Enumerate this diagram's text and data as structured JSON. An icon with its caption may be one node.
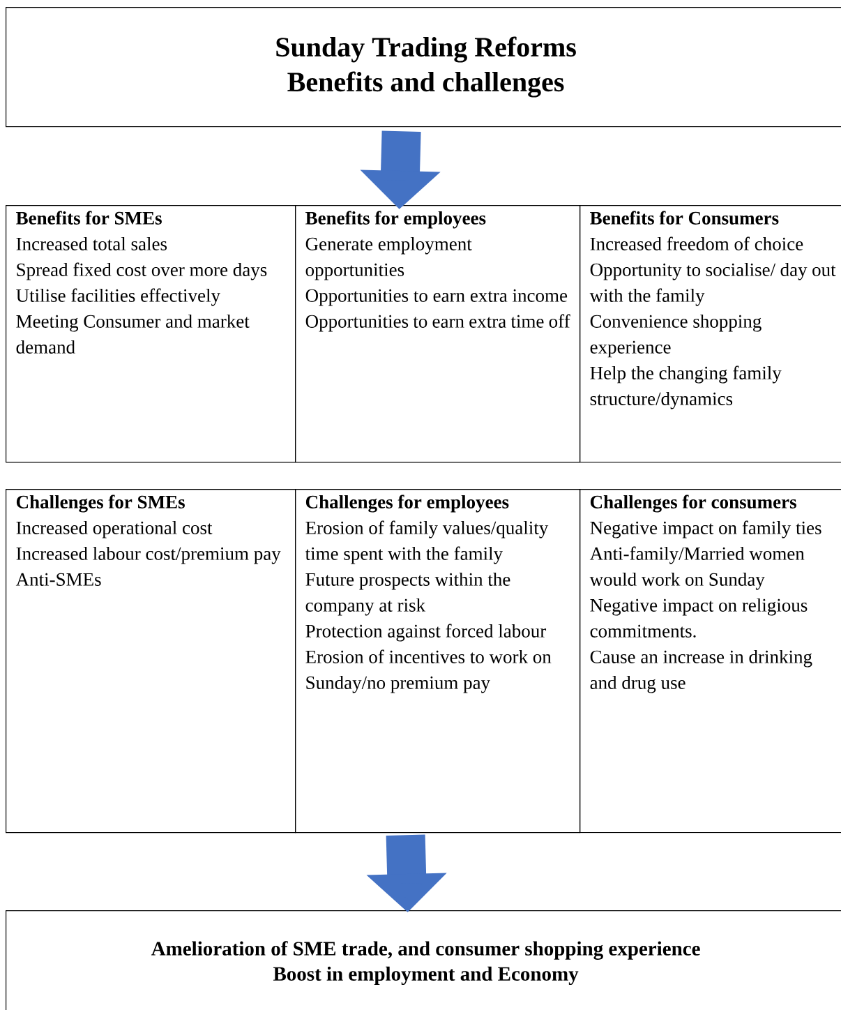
{
  "diagram": {
    "nodes": [
      {
        "text": [
          "Sunday Trading Reforms",
          "Benefits and challenges"
        ]
      },
      {
        "text": [
          "Benefits for SMEs",
          "Increased total sales",
          "Spread fixed cost over more days",
          "Utilise facilities effectively",
          "Meeting Consumer and market demand"
        ]
      },
      {
        "text": [
          "Benefits for employees",
          "Generate employment opportunities",
          "Opportunities to earn extra income",
          "Opportunities to earn extra time off"
        ]
      },
      {
        "text": [
          "Benefits for Consumers",
          "Increased freedom of choice",
          "Opportunity to socialise/ day out with the family",
          "Convenience shopping experience",
          "Help the changing family structure/dynamics"
        ]
      },
      {
        "text": [
          "Challenges for SMEs",
          "Increased operational cost",
          "Increased labour cost/premium pay",
          "Anti-SMEs"
        ]
      },
      {
        "text": [
          "Challenges for employees",
          "Erosion of family values/quality time spent with the family",
          "Future prospects within the company at risk",
          "Protection against forced labour",
          "Erosion of incentives to work on Sunday/no premium pay"
        ]
      },
      {
        "text": [
          "Challenges for consumers",
          "Negative impact on family ties",
          "Anti-family/Married women would work on Sunday",
          "Negative impact on religious commitments.",
          "Cause an increase in drinking and drug use"
        ]
      },
      {
        "text": [
          "Amelioration of SME trade, and consumer shopping experience",
          "Boost in employment and Economy"
        ]
      }
    ],
    "edges": [
      {
        "from": 0,
        "to": 2,
        "arrow": "to"
      },
      {
        "from": 5,
        "to": 7,
        "arrow": "to"
      }
    ]
  }
}
